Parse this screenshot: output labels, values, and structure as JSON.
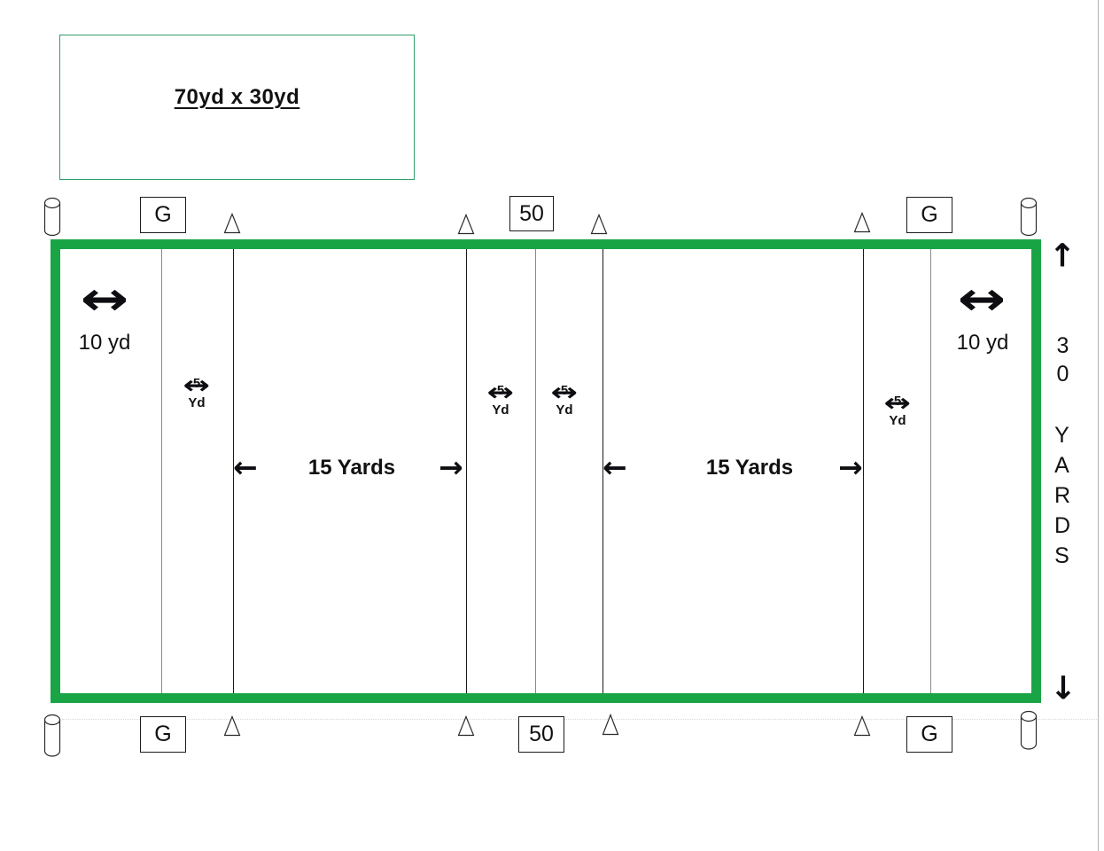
{
  "colors": {
    "field_green": "#19a546",
    "info_box_green": "#2e9f6a",
    "line_dark": "#1a1a1a",
    "line_gray": "#8a8a8a",
    "page_edge_gray": "#b3b3b3"
  },
  "info_box": {
    "label": "70yd x 30yd"
  },
  "markers": {
    "goal_label": "G",
    "midfield_label": "50",
    "cone_icon": "triangle-cone",
    "pylon_icon": "cylinder-pylon"
  },
  "dimensions": {
    "end_zone": "10 yd",
    "five_num": "5",
    "five_unit": "Yd",
    "segment": "15 Yards",
    "width_value": "30",
    "width_unit": "YARDS"
  },
  "icons": {
    "double_arrow": "↔",
    "left_arrow": "←",
    "right_arrow": "→",
    "up_arrow": "↑",
    "down_arrow": "↓"
  }
}
